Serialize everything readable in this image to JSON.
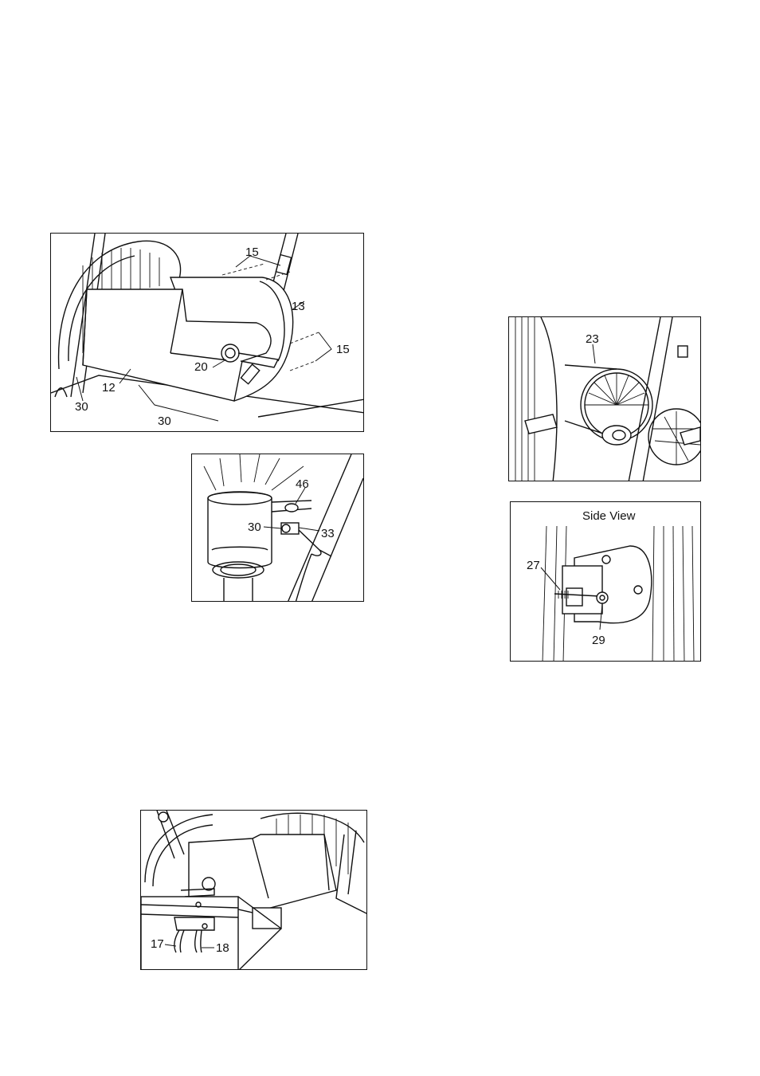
{
  "figures": [
    {
      "id": "fig-chain-guard-installation",
      "callouts": {
        "c15a": "15",
        "c13": "13",
        "c15b": "15",
        "c20": "20",
        "c12": "12",
        "c30a": "30",
        "c30b": "30"
      }
    },
    {
      "id": "fig-crank-detail",
      "callouts": {
        "c46": "46",
        "c30": "30",
        "c33": "33"
      }
    },
    {
      "id": "fig-belt-flywheel",
      "callouts": {
        "c23": "23"
      }
    },
    {
      "id": "fig-side-view",
      "title": "Side View",
      "callouts": {
        "c27": "27",
        "c29": "29"
      }
    },
    {
      "id": "fig-guard-underside",
      "callouts": {
        "c17": "17",
        "c18": "18"
      }
    }
  ]
}
